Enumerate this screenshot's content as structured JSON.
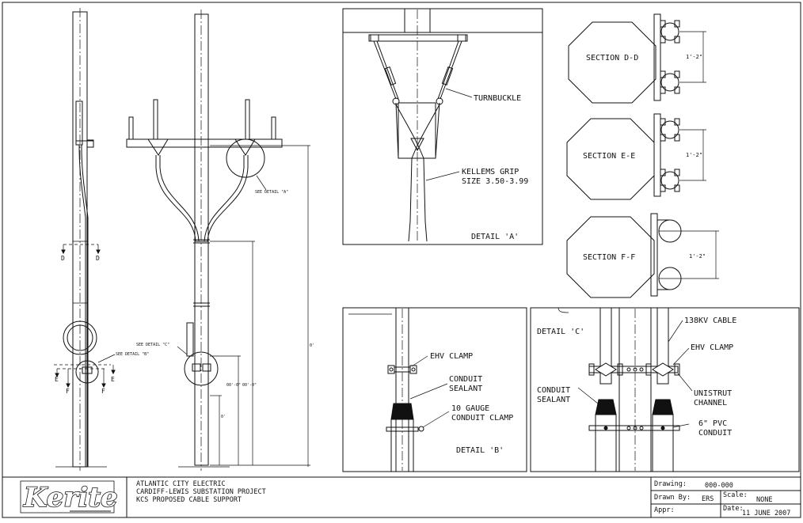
{
  "labels": {
    "see_detail_a": "SEE DETAIL \"A\"",
    "see_detail_b": "SEE DETAIL \"B\"",
    "see_detail_c": "SEE DETAIL \"C\"",
    "section_d": "D",
    "section_e": "E",
    "section_f": "F"
  },
  "detail_a": {
    "turnbuckle": "TURNBUCKLE",
    "grip_line1": "KELLEMS GRIP",
    "grip_line2": "SIZE 3.50-3.99",
    "title": "DETAIL 'A'"
  },
  "sections": [
    {
      "title": "SECTION D-D",
      "dim": "1'-2\""
    },
    {
      "title": "SECTION E-E",
      "dim": "1'-2\""
    },
    {
      "title": "SECTION F-F",
      "dim": "1'-2\""
    }
  ],
  "detail_b": {
    "clamp": "EHV CLAMP",
    "sealant_line1": "CONDUIT",
    "sealant_line2": "SEALANT",
    "gauge_line1": "10 GAUGE",
    "gauge_line2": "CONDUIT CLAMP",
    "title": "DETAIL 'B'"
  },
  "detail_c": {
    "title": "DETAIL 'C'",
    "cable": "138KV CABLE",
    "clamp": "EHV CLAMP",
    "sealant_line1": "CONDUIT",
    "sealant_line2": "SEALANT",
    "unistrut_line1": "UNISTRUT",
    "unistrut_line2": "CHANNEL",
    "pvc_line1": "6\" PVC",
    "pvc_line2": "CONDUIT"
  },
  "title_block": {
    "logo": "Kerite",
    "line1": "ATLANTIC CITY ELECTRIC",
    "line2": "CARDIFF-LEWIS SUBSTATION PROJECT",
    "line3": "KCS PROPOSED CABLE SUPPORT",
    "drawing_label": "Drawing:",
    "drawing_value": "000-000",
    "drawn_label": "Drawn By:",
    "drawn_value": "ERS",
    "scale_label": "Scale:",
    "scale_value": "NONE",
    "appr_label": "Appr:",
    "date_label": "Date:",
    "date_value": "11 JUNE 2007"
  }
}
